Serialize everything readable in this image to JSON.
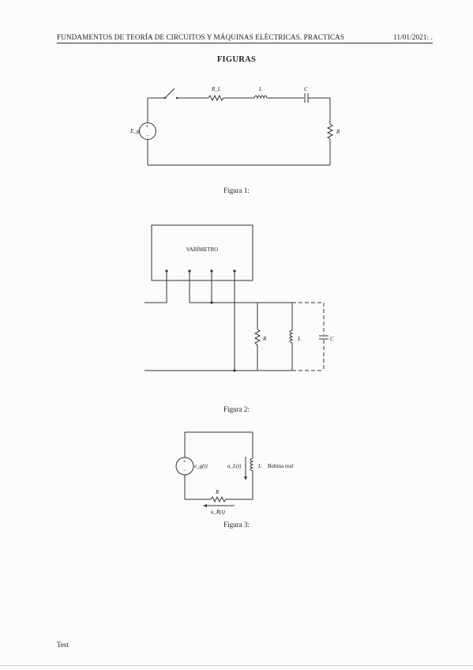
{
  "header": {
    "title": "FUNDAMENTOS DE TEORÍA DE CIRCUITOS Y MÁQUINAS ELÉCTRICAS. PRACTICAS",
    "date": "11/01/2021: ."
  },
  "heading": "FIGURAS",
  "figure1": {
    "caption": "Figura 1:",
    "labels": {
      "source": "E_g",
      "rl": "R_L",
      "l": "L",
      "c": "C",
      "r": "R"
    }
  },
  "figure2": {
    "caption": "Figura 2:",
    "box_label": "VARÍMETRO",
    "labels": {
      "r": "R",
      "l": "L",
      "c": "C"
    }
  },
  "figure3": {
    "caption": "Figura 3:",
    "labels": {
      "source": "e_g(t)",
      "ul": "u_L(t)",
      "l": "L",
      "coil": "Bobina real",
      "r": "R",
      "ur": "u_R(t)"
    }
  },
  "footer": "Test"
}
